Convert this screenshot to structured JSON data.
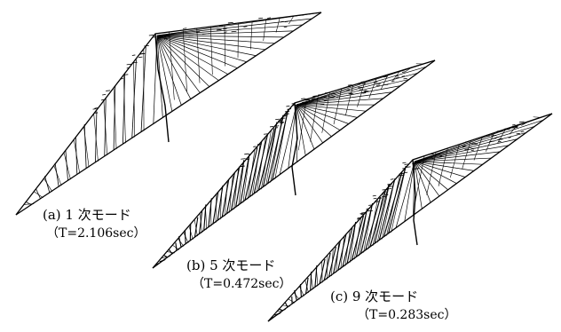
{
  "figure": {
    "modes": [
      {
        "label": "(a) 1 次モード",
        "period": "（T=2.106sec）"
      },
      {
        "label": "(b) 5 次モード",
        "period": "（T=0.472sec）"
      },
      {
        "label": "(c) 9 次モード",
        "period": "（T=0.283sec）"
      }
    ]
  }
}
